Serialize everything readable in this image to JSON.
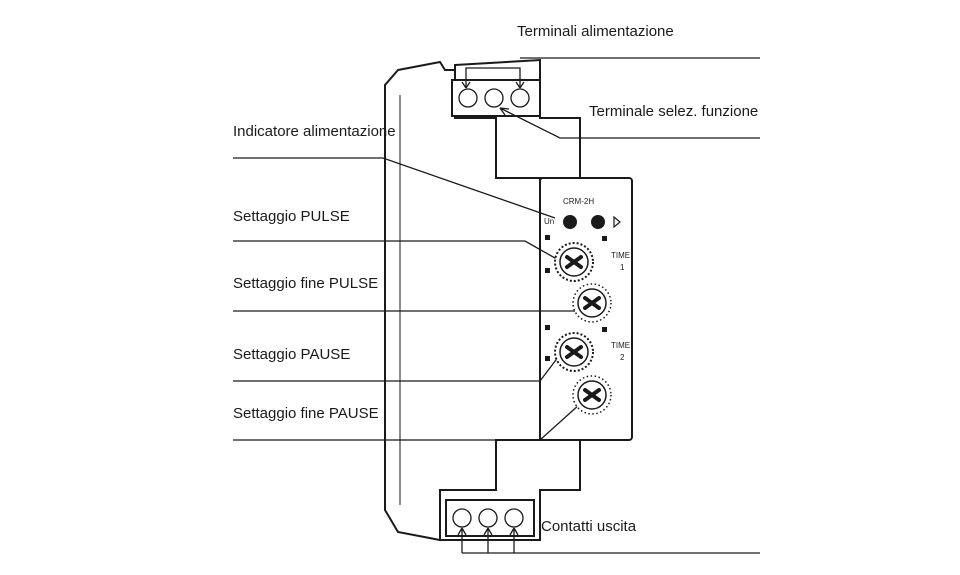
{
  "labels": {
    "power_terminals": "Terminali alimentazione",
    "function_terminal": "Terminale selez. funzione",
    "power_indicator": "Indicatore alimentazione",
    "pulse_setting": "Settaggio PULSE",
    "pulse_fine_setting": "Settaggio fine PULSE",
    "pause_setting": "Settaggio PAUSE",
    "pause_fine_setting": "Settaggio fine PAUSE",
    "output_contacts": "Contatti uscita"
  },
  "device": {
    "model": "CRM-2H",
    "un_label": "Un",
    "time1_label": "TIME",
    "time1_index": "1",
    "time2_label": "TIME",
    "time2_index": "2"
  }
}
